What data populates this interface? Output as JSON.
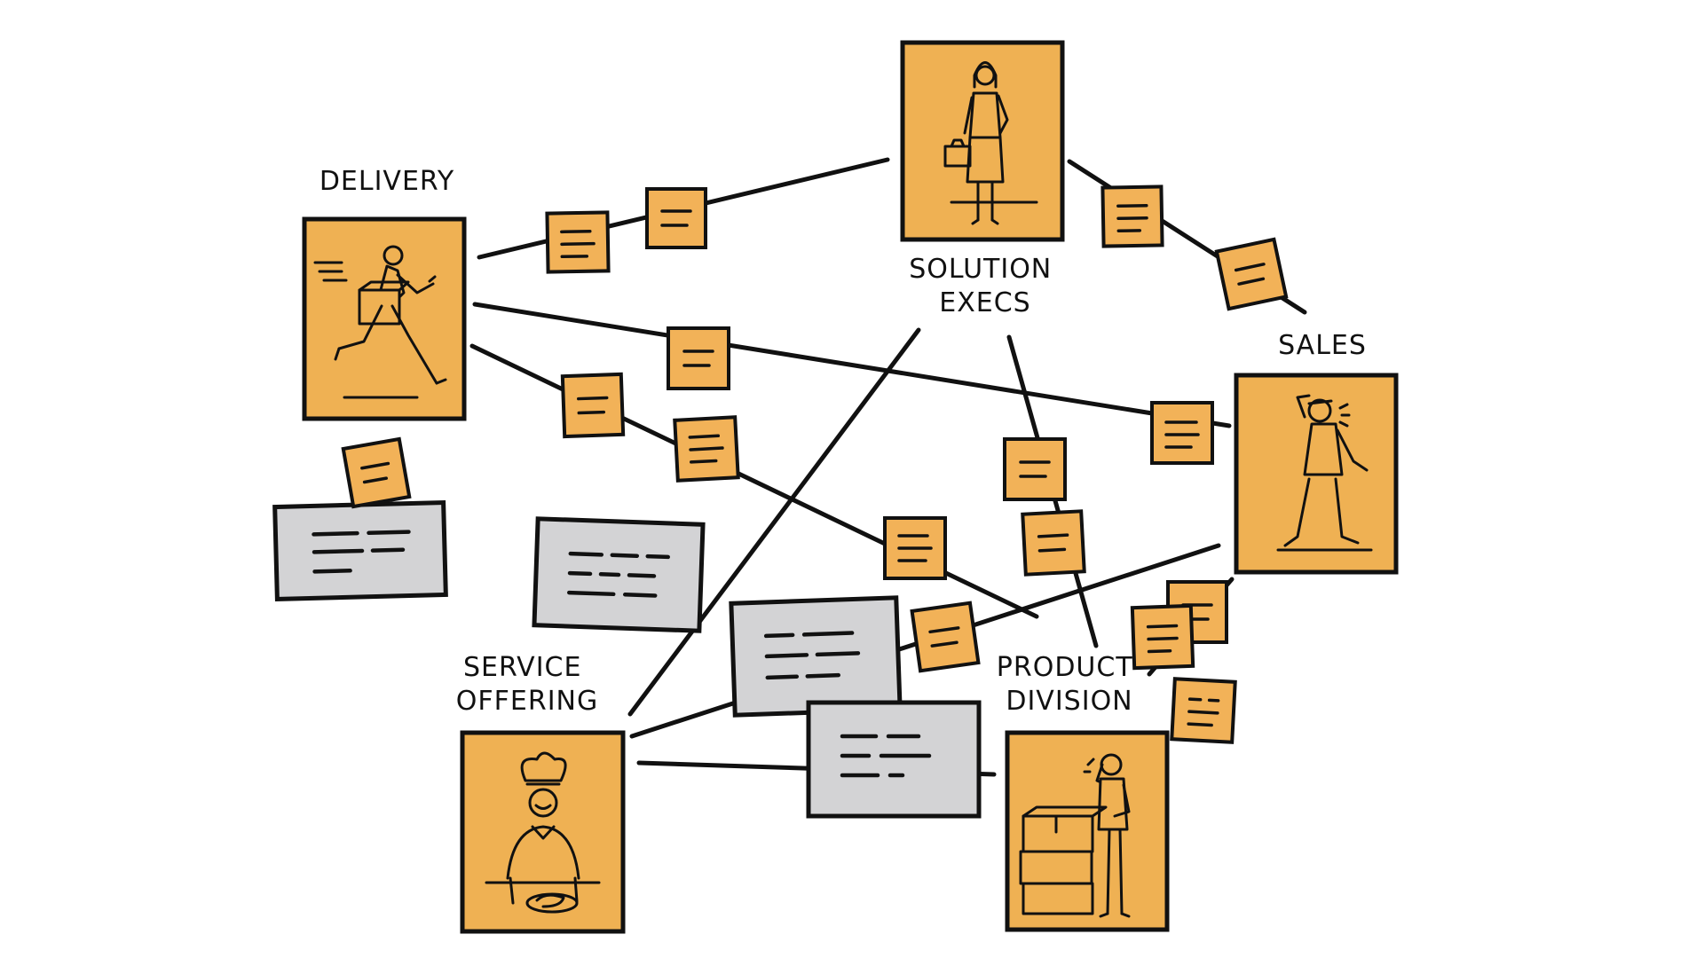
{
  "diagram": {
    "colors": {
      "card_fill": "#EFB153",
      "note_fill": "#F2B258",
      "gray_card_fill": "#D3D3D5",
      "stroke": "#111111",
      "background": "#FFFFFF"
    },
    "nodes": {
      "delivery": {
        "label_lines": [
          "DELIVERY"
        ],
        "icon": "running-courier-with-box-icon"
      },
      "solution_execs": {
        "label_lines": [
          "SOLUTION",
          "EXECS"
        ],
        "icon": "businesswoman-with-briefcase-icon"
      },
      "sales": {
        "label_lines": [
          "SALES"
        ],
        "icon": "salesman-on-phone-walking-icon"
      },
      "service_offering": {
        "label_lines": [
          "SERVICE",
          "OFFERING"
        ],
        "icon": "chef-serving-dish-icon"
      },
      "product_division": {
        "label_lines": [
          "PRODUCT",
          "DIVISION"
        ],
        "icon": "man-on-phone-with-boxes-icon"
      }
    },
    "sticky_note_icon": "sticky-note-icon",
    "gray_card_icon": "text-card-icon"
  }
}
